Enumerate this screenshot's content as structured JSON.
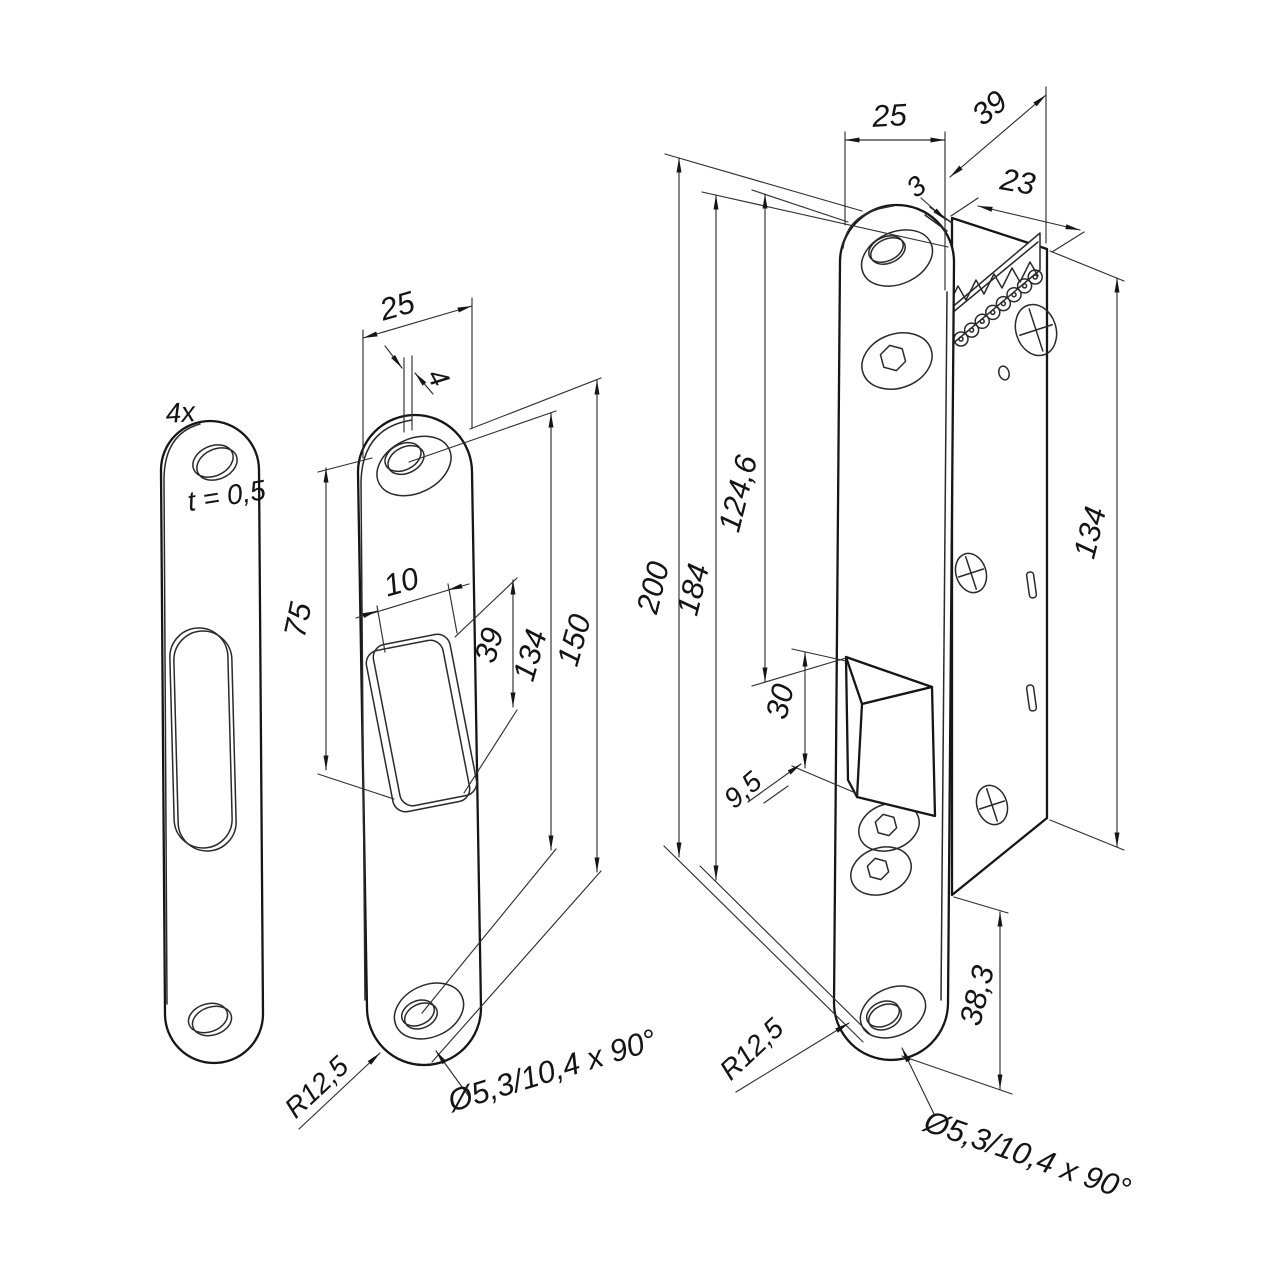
{
  "drawing": {
    "type": "technical-dimension-drawing",
    "line_color": "#161616",
    "background": "#ffffff",
    "shim_plate": {
      "quantity_label": "4x",
      "thickness_label": "t = 0,5"
    },
    "strike_plate": {
      "dims": {
        "width": "25",
        "plate_thickness": "4",
        "top_to_slot": "75",
        "slot_width": "10",
        "slot_length": "39",
        "hole_spacing": "134",
        "length": "150",
        "corner_radius": "R12,5",
        "hole_spec": "Ø5,3/10,4 x 90°"
      }
    },
    "lock_unit": {
      "dims": {
        "faceplate_width": "25",
        "depth": "39",
        "lip_offset": "3",
        "body_depth": "23",
        "overall_length": "200",
        "inner_length": "184",
        "top_to_latch": "124,6",
        "body_length": "134",
        "latch_height": "30",
        "latch_projection": "9,5",
        "body_to_end": "38,3",
        "corner_radius": "R12,5",
        "hole_spec": "Ø5,3/10,4 x 90°"
      }
    }
  }
}
